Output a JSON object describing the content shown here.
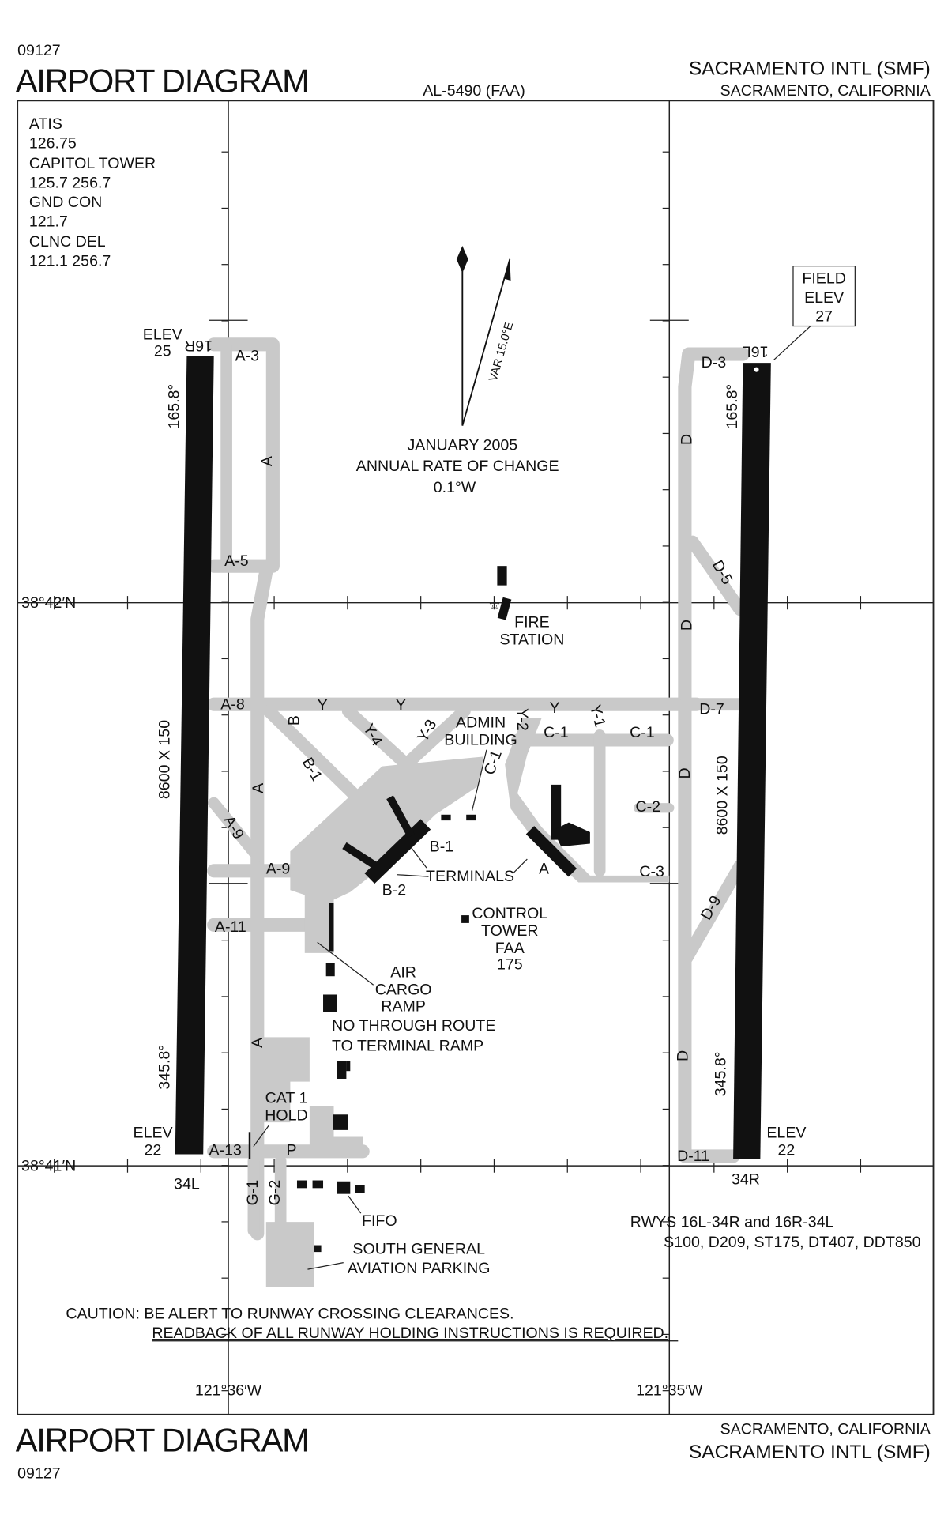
{
  "header": {
    "chart_number": "09127",
    "title": "AIRPORT DIAGRAM",
    "chart_id": "AL-5490 (FAA)",
    "airport_name": "SACRAMENTO INTL (SMF)",
    "city_state": "SACRAMENTO, CALIFORNIA"
  },
  "frequencies": [
    "ATIS",
    "126.75",
    "CAPITOL TOWER",
    "125.7  256.7",
    "GND CON",
    "121.7",
    "CLNC DEL",
    "121.1  256.7"
  ],
  "compass": {
    "variation": "VAR 15.0°E",
    "date": "JANUARY 2005",
    "rate_label": "ANNUAL RATE OF CHANGE",
    "rate": "0.1°W"
  },
  "field_elev": [
    "FIELD",
    "ELEV",
    "27"
  ],
  "coords": {
    "lat1": "38°42′N",
    "lat2": "38°41′N",
    "lon1": "121°36′W",
    "lon2": "121°35′W"
  },
  "runways": {
    "left": {
      "top_id": "16R",
      "bottom_id": "34L",
      "elev_label": "ELEV",
      "top_elev": "25",
      "bottom_elev": "22",
      "hdg_top": "165.8°",
      "hdg_bottom": "345.8°",
      "dims": "8600 X 150"
    },
    "right": {
      "top_id": "16L",
      "bottom_id": "34R",
      "elev_label": "ELEV",
      "bottom_elev": "22",
      "hdg_top": "165.8°",
      "hdg_bottom": "345.8°",
      "dims": "8600 X 150"
    }
  },
  "taxiways": {
    "a3": "A-3",
    "a": "A",
    "a5": "A-5",
    "a8": "A-8",
    "a9": "A-9",
    "a11": "A-11",
    "a13": "A-13",
    "b": "B",
    "b1": "B-1",
    "y": "Y",
    "y1": "Y-1",
    "y2": "Y-2",
    "y3": "Y-3",
    "y4": "Y-4",
    "c1": "C-1",
    "c2": "C-2",
    "c3": "C-3",
    "d": "D",
    "d3": "D-3",
    "d5": "D-5",
    "d7": "D-7",
    "d9": "D-9",
    "d11": "D-11",
    "p": "P",
    "g1": "G-1",
    "g2": "G-2"
  },
  "facilities": {
    "fire": [
      "FIRE",
      "STATION"
    ],
    "admin": [
      "ADMIN",
      "BUILDING"
    ],
    "terminals": "TERMINALS",
    "term_b1": "B-1",
    "term_b2": "B-2",
    "term_a": "A",
    "tower": [
      "CONTROL",
      "TOWER",
      "FAA",
      "175"
    ],
    "cargo": [
      "AIR",
      "CARGO",
      "RAMP"
    ],
    "no_through": [
      "NO THROUGH ROUTE",
      "TO TERMINAL RAMP"
    ],
    "cat1": [
      "CAT 1",
      "HOLD"
    ],
    "fifo": "FIFO",
    "sga": [
      "SOUTH GENERAL",
      "AVIATION PARKING"
    ]
  },
  "runway_strength": [
    "RWYS 16L-34R and 16R-34L",
    "S100, D209, ST175, DT407, DDT850"
  ],
  "caution": [
    "CAUTION: BE ALERT TO RUNWAY CROSSING CLEARANCES.",
    "READBACK OF ALL RUNWAY HOLDING INSTRUCTIONS IS REQUIRED."
  ],
  "footer": {
    "title": "AIRPORT DIAGRAM",
    "chart_number": "09127",
    "city_state": "SACRAMENTO, CALIFORNIA",
    "airport_name": "SACRAMENTO INTL (SMF)"
  }
}
